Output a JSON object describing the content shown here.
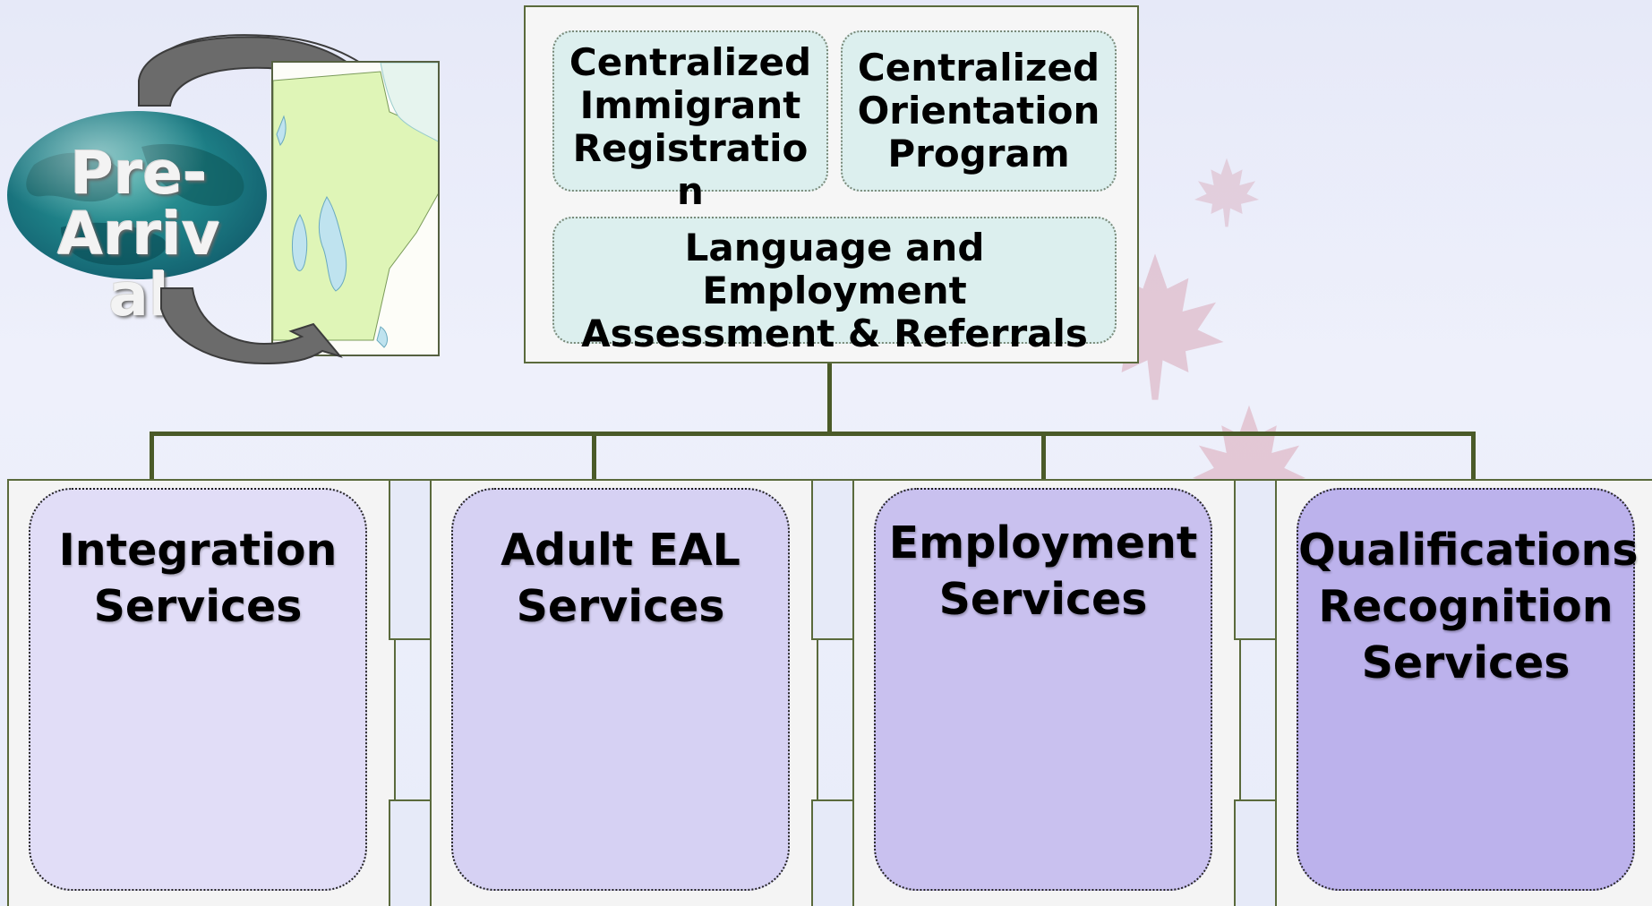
{
  "colors": {
    "top_box_fill": "#f6f6f6",
    "teal_box_fill": "#dcefee",
    "connector": "#4a5a28",
    "service_fills": [
      "#e1ddf7",
      "#d6d1f3",
      "#c9c1ef",
      "#bcb2ec"
    ],
    "globe": "#1d7f86"
  },
  "pre_arrival": {
    "label_lines": [
      "Pre-",
      "Arriv",
      "al"
    ]
  },
  "top_group": {
    "registration_lines": [
      "Centralized",
      "Immigrant",
      "Registratio",
      "n"
    ],
    "orientation_lines": [
      "Centralized",
      "Orientation",
      "Program"
    ],
    "assessment_lines": [
      "Language and",
      "Employment",
      "Assessment & Referrals"
    ]
  },
  "services": [
    {
      "lines": [
        "Integration",
        "Services"
      ]
    },
    {
      "lines": [
        "Adult EAL",
        "Services"
      ]
    },
    {
      "lines": [
        "Employment",
        "Services"
      ]
    },
    {
      "lines": [
        "Qualifications",
        "Recognition",
        "Services"
      ]
    }
  ],
  "icons": {
    "globe": "globe-icon",
    "map": "manitoba-map-icon",
    "arrows": "curved-arrow-icon",
    "decor": "maple-leaf-icon"
  }
}
